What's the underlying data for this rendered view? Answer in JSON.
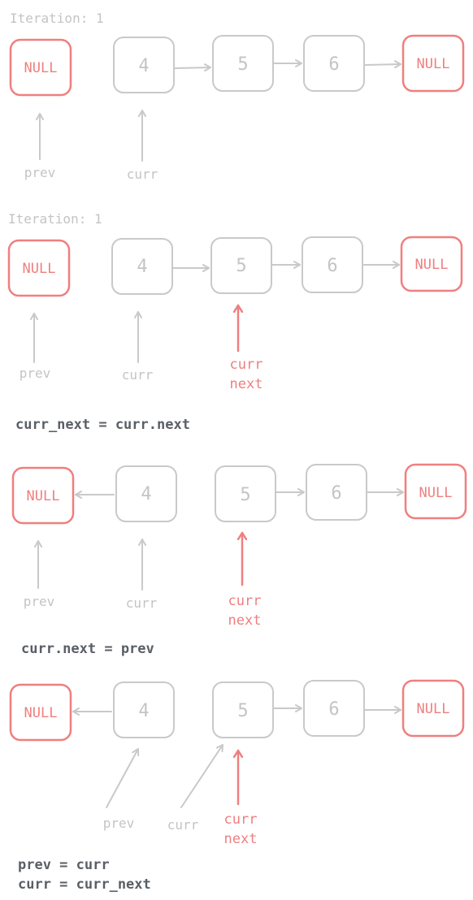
{
  "colors": {
    "accent": "#ef7f7f",
    "muted": "#c4c4c4",
    "code": "#5a5f66"
  },
  "panels": [
    {
      "title": "Iteration: 1",
      "null_left": "NULL",
      "nodes": [
        "4",
        "5",
        "6"
      ],
      "null_right": "NULL",
      "labels": {
        "prev": "prev",
        "curr": "curr"
      },
      "code": []
    },
    {
      "title": "Iteration: 1",
      "null_left": "NULL",
      "nodes": [
        "4",
        "5",
        "6"
      ],
      "null_right": "NULL",
      "labels": {
        "prev": "prev",
        "curr": "curr",
        "curr_next_1": "curr",
        "curr_next_2": "next"
      },
      "code": [
        "curr_next = curr.next"
      ]
    },
    {
      "null_left": "NULL",
      "nodes": [
        "4",
        "5",
        "6"
      ],
      "null_right": "NULL",
      "labels": {
        "prev": "prev",
        "curr": "curr",
        "curr_next_1": "curr",
        "curr_next_2": "next"
      },
      "code": [
        "curr.next = prev"
      ]
    },
    {
      "null_left": "NULL",
      "nodes": [
        "4",
        "5",
        "6"
      ],
      "null_right": "NULL",
      "labels": {
        "prev": "prev",
        "curr": "curr",
        "curr_next_1": "curr",
        "curr_next_2": "next"
      },
      "code": [
        "prev = curr",
        "curr = curr_next"
      ]
    }
  ]
}
